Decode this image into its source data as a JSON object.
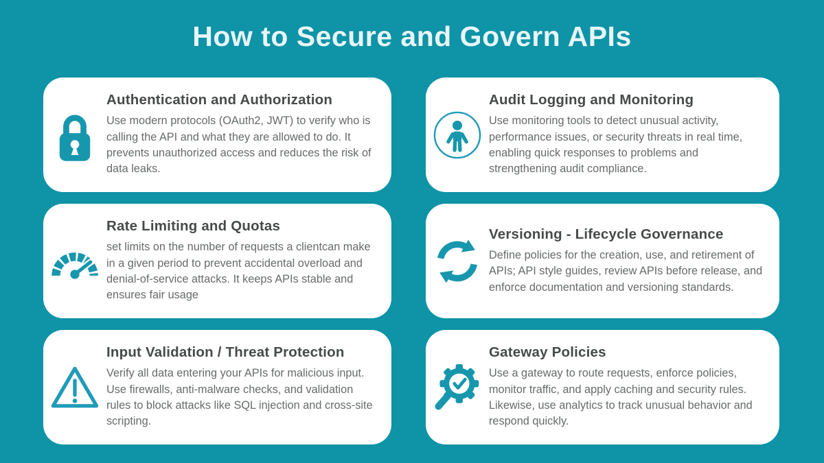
{
  "title": "How to Secure and Govern APIs",
  "colors": {
    "background": "#0E93A7",
    "card": "#FFFFFF",
    "accent": "#1797AD",
    "accent_outline": "#209BB8",
    "heading": "#454B48",
    "body": "#666B6A",
    "title_text": "#E7F5F7"
  },
  "cards": [
    {
      "icon": "lock-icon",
      "title": "Authentication and Authorization",
      "body": "Use modern protocols (OAuth2, JWT) to verify who is calling the API and what they are allowed to do. It prevents unauthorized access and reduces the risk of data leaks."
    },
    {
      "icon": "person-monitor-icon",
      "title": "Audit Logging and Monitoring",
      "body": "Use monitoring tools to detect unusual activity, performance issues, or security threats in real time, enabling quick responses to problems and strengthening audit compliance."
    },
    {
      "icon": "gauge-icon",
      "title": "Rate Limiting and Quotas",
      "body": "set limits on the number of requests a clientcan make in a given period to prevent accidental overload and denial-of-service attacks. It keeps APIs stable and ensures fair usage"
    },
    {
      "icon": "cycle-arrows-icon",
      "title": "Versioning - Lifecycle Governance",
      "body": "Define policies for the creation, use, and retirement of APIs; API style guides, review APIs before release, and enforce documentation and versioning standards."
    },
    {
      "icon": "warning-triangle-icon",
      "title": "Input Validation / Threat Protection",
      "body": "Verify all data entering your APIs for malicious input. Use firewalls, anti-malware checks, and validation rules to block attacks like SQL injection and cross-site scripting."
    },
    {
      "icon": "gear-magnifier-icon",
      "title": "Gateway Policies",
      "body": "Use a gateway to route requests, enforce policies, monitor traffic, and apply caching and security rules. Likewise, use analytics to track unusual behavior and respond quickly."
    }
  ]
}
